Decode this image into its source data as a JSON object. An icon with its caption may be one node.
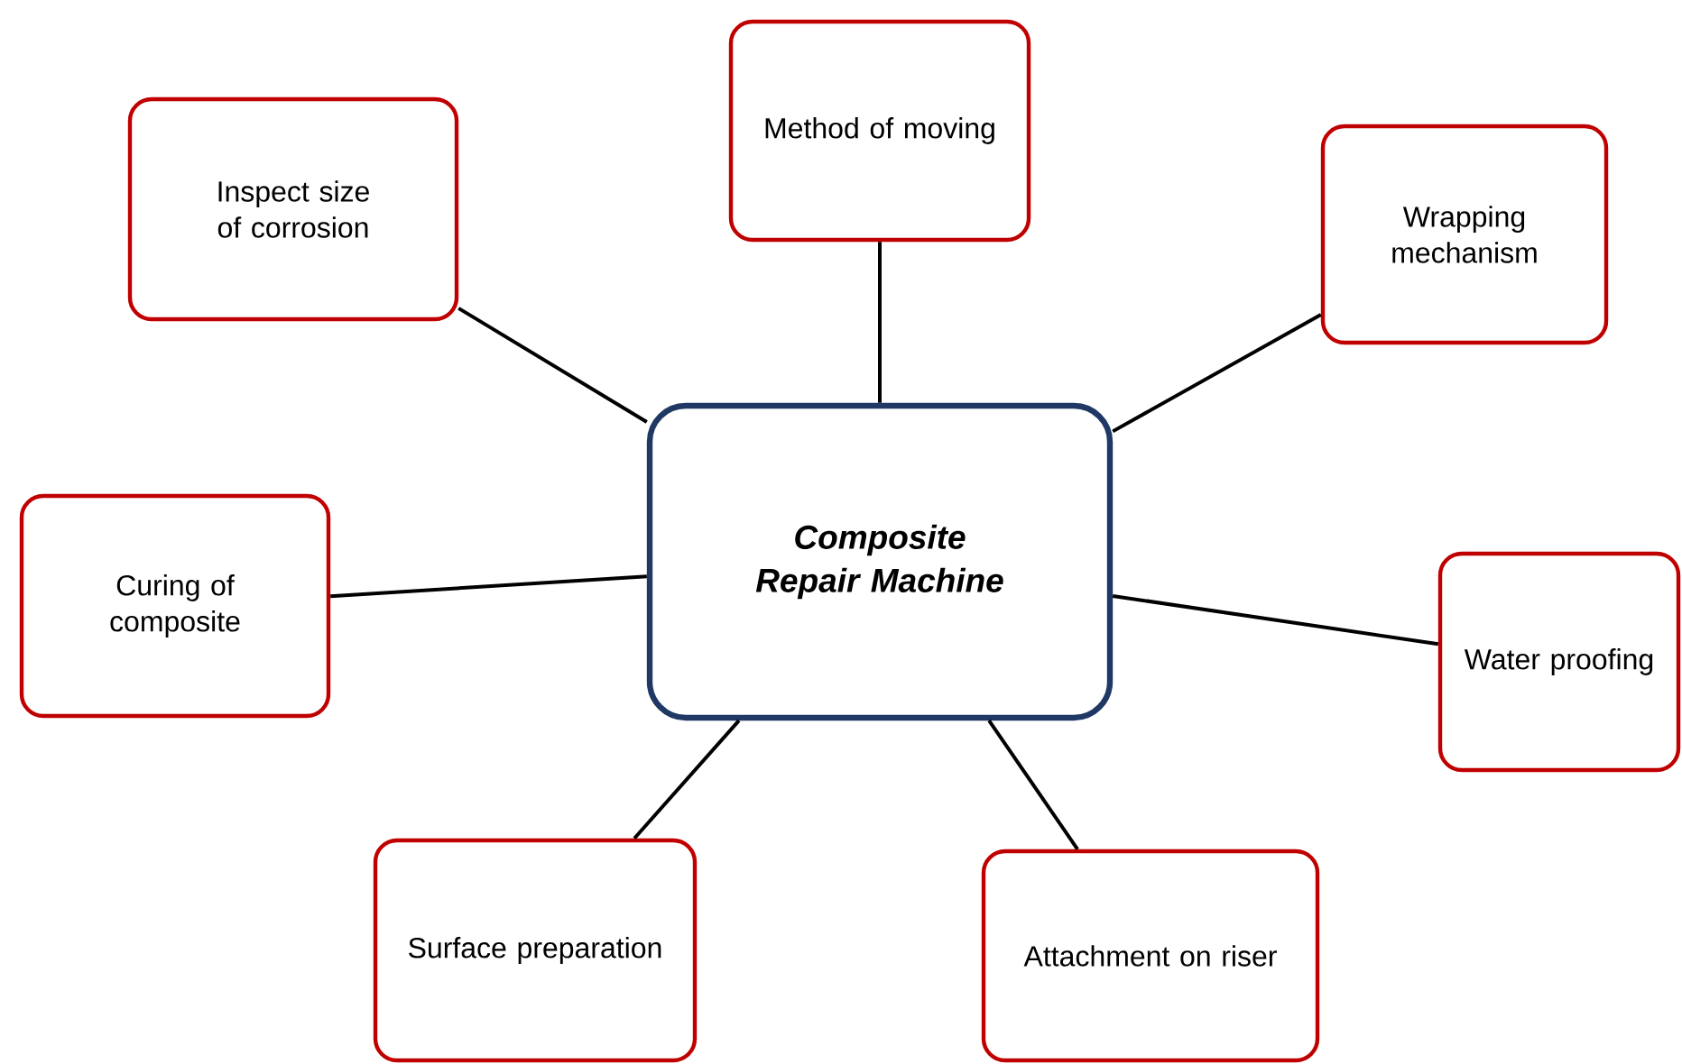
{
  "diagram": {
    "nodes": [
      {
        "text": [
          "Method of moving"
        ]
      },
      {
        "text": [
          "Inspect size of corrosion"
        ]
      },
      {
        "text": [
          "Wrapping mechanism"
        ]
      },
      {
        "text": [
          "*Composite Repair Machine*"
        ]
      },
      {
        "text": [
          "Curing of composite"
        ]
      },
      {
        "text": [
          "Water proofing"
        ]
      },
      {
        "text": [
          "Surface preparation"
        ]
      },
      {
        "text": [
          "Attachment on riser"
        ]
      }
    ],
    "edges": [
      {
        "from": 3,
        "to": 0,
        "arrow": "none"
      },
      {
        "from": 3,
        "to": 1,
        "arrow": "none"
      },
      {
        "from": 3,
        "to": 2,
        "arrow": "none"
      },
      {
        "from": 3,
        "to": 4,
        "arrow": "none"
      },
      {
        "from": 3,
        "to": 5,
        "arrow": "none"
      },
      {
        "from": 3,
        "to": 6,
        "arrow": "none"
      },
      {
        "from": 3,
        "to": 7,
        "arrow": "none"
      }
    ]
  }
}
